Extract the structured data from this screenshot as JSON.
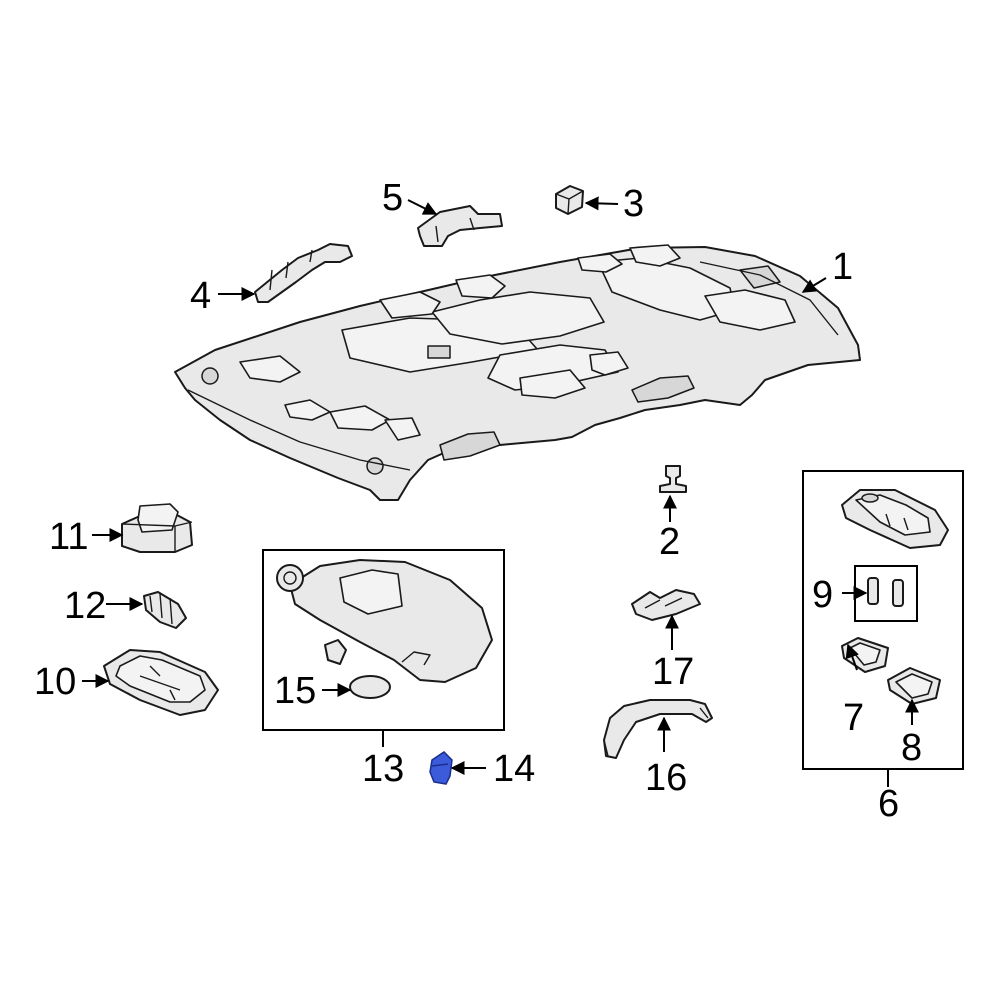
{
  "diagram": {
    "highlight_color": "#3b5bdb",
    "callouts": [
      {
        "id": "c1",
        "label": "1"
      },
      {
        "id": "c2",
        "label": "2"
      },
      {
        "id": "c3",
        "label": "3"
      },
      {
        "id": "c4",
        "label": "4"
      },
      {
        "id": "c5",
        "label": "5"
      },
      {
        "id": "c6",
        "label": "6"
      },
      {
        "id": "c7",
        "label": "7"
      },
      {
        "id": "c8",
        "label": "8"
      },
      {
        "id": "c9",
        "label": "9"
      },
      {
        "id": "c10",
        "label": "10"
      },
      {
        "id": "c11",
        "label": "11"
      },
      {
        "id": "c12",
        "label": "12"
      },
      {
        "id": "c13",
        "label": "13"
      },
      {
        "id": "c14",
        "label": "14"
      },
      {
        "id": "c15",
        "label": "15"
      },
      {
        "id": "c16",
        "label": "16"
      },
      {
        "id": "c17",
        "label": "17"
      }
    ]
  }
}
